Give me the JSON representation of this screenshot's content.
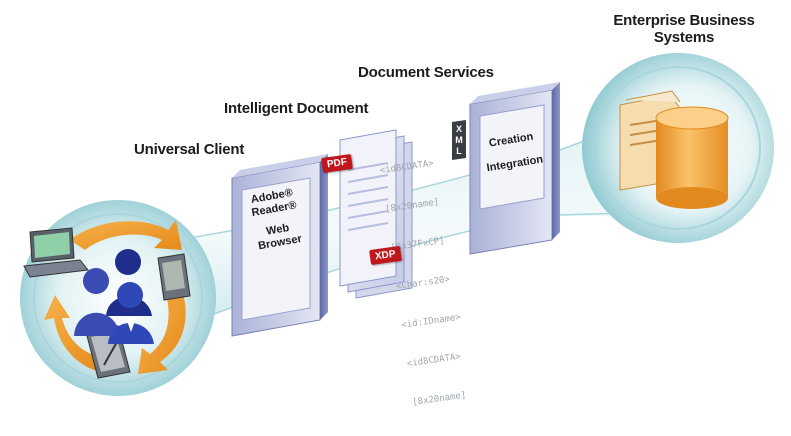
{
  "labels": {
    "enterprise_line1": "Enterprise Business",
    "enterprise_line2": "Systems",
    "document_services": "Document Services",
    "intelligent_document": "Intelligent Document",
    "universal_client": "Universal Client"
  },
  "client_panel": {
    "line1": "Adobe®",
    "line2": "Reader®",
    "line3": "Web",
    "line4": "Browser"
  },
  "services_panel": {
    "line1": "Creation",
    "line2": "Integration"
  },
  "tags": {
    "pdf": "PDF",
    "xdp": "XDP",
    "xml_letters": [
      "X",
      "M",
      "L"
    ]
  },
  "code_lines": [
    "<id8CDATA>",
    "[8x20name]",
    "[8x37FxCP]",
    "<Char:s20>",
    "<id:IDname>",
    "<id8CDATA>",
    "[8x20name]"
  ],
  "colors": {
    "tube": "#b6dfe4",
    "tube_dark": "#8fc9d1",
    "panel": "#8d97c7",
    "panel_light": "#c9cfe8",
    "tag_red": "#c0171d",
    "cylinder": "#f0a23a"
  }
}
